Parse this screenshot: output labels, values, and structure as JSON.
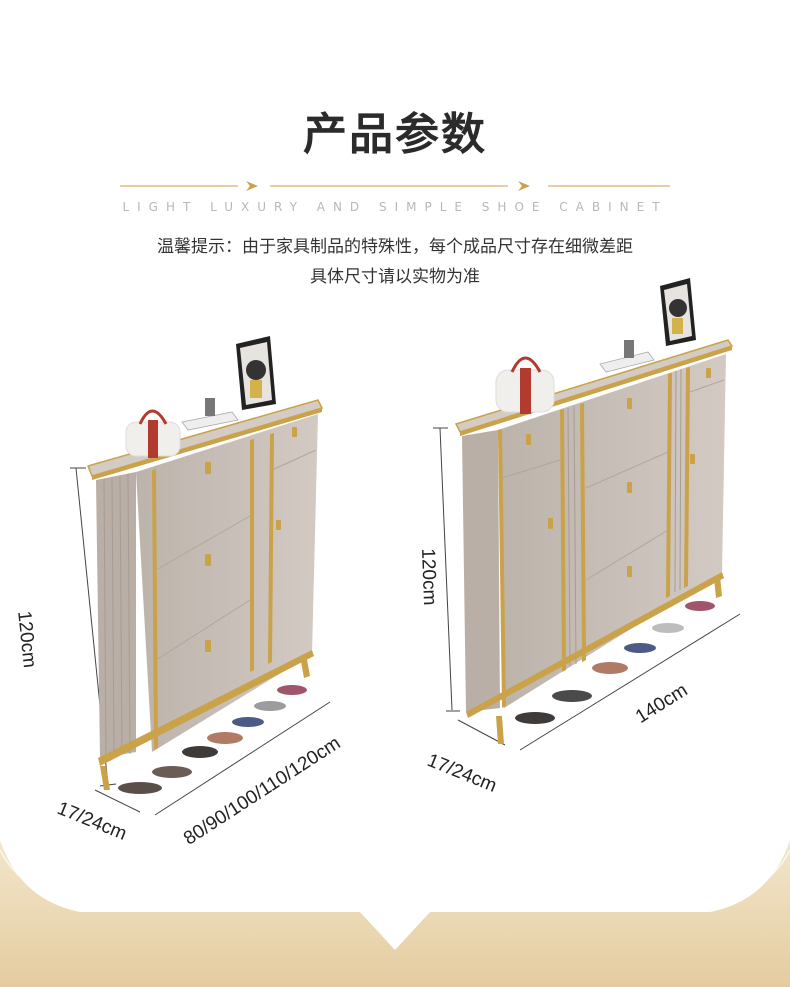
{
  "header": {
    "title": "产品参数",
    "subtitle": "LIGHT LUXURY AND SIMPLE SHOE CABINET",
    "notice_line1": "温馨提示：由于家具制品的特殊性，每个成品尺寸存在细微差距",
    "notice_line2": "具体尺寸请以实物为准"
  },
  "left_cabinet": {
    "height_label": "120cm",
    "depth_label": "17/24cm",
    "width_label": "80/90/100/110/120cm"
  },
  "right_cabinet": {
    "height_label": "120cm",
    "depth_label": "17/24cm",
    "width_label": "140cm"
  },
  "colors": {
    "cabinet_body": "#c9c0b8",
    "gold": "#c9a24a",
    "background_wave": "#e9d6b2"
  }
}
